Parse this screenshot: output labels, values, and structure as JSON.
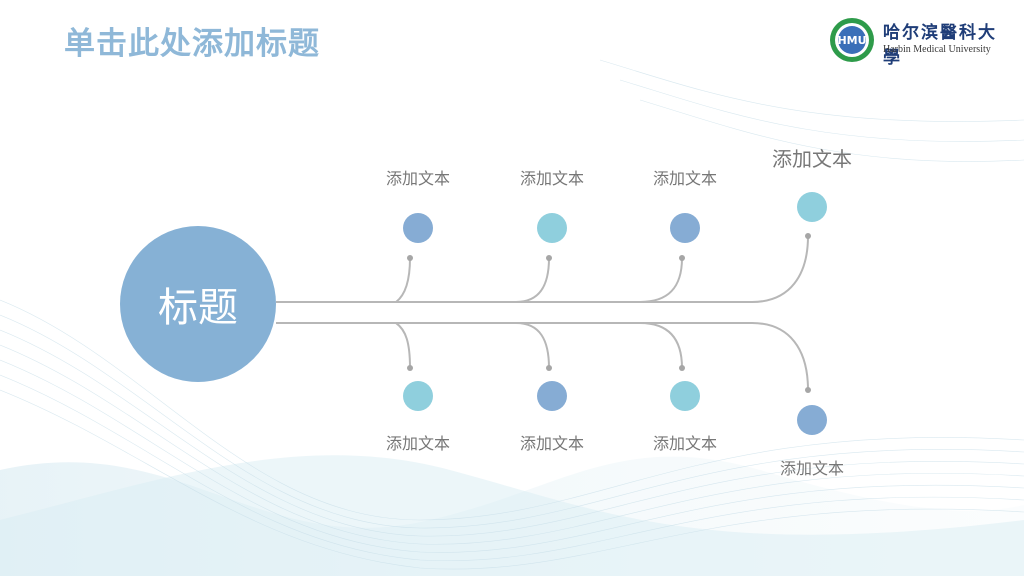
{
  "header": {
    "title": "单击此处添加标题"
  },
  "logo": {
    "cn_name": "哈尔滨醫科大學",
    "en_name": "Harbin Medical University",
    "badge_text": "HMU"
  },
  "diagram": {
    "center_label": "标题",
    "top_branches": [
      {
        "label": "添加文本"
      },
      {
        "label": "添加文本"
      },
      {
        "label": "添加文本"
      },
      {
        "label": "添加文本"
      }
    ],
    "bottom_branches": [
      {
        "label": "添加文本"
      },
      {
        "label": "添加文本"
      },
      {
        "label": "添加文本"
      },
      {
        "label": "添加文本"
      }
    ]
  },
  "colors": {
    "dark_blue": "#86acd4",
    "light_cyan": "#8fcfdd",
    "hub": "#86b1d5",
    "title": "#8fb8d8",
    "line": "#b7b7b7"
  }
}
